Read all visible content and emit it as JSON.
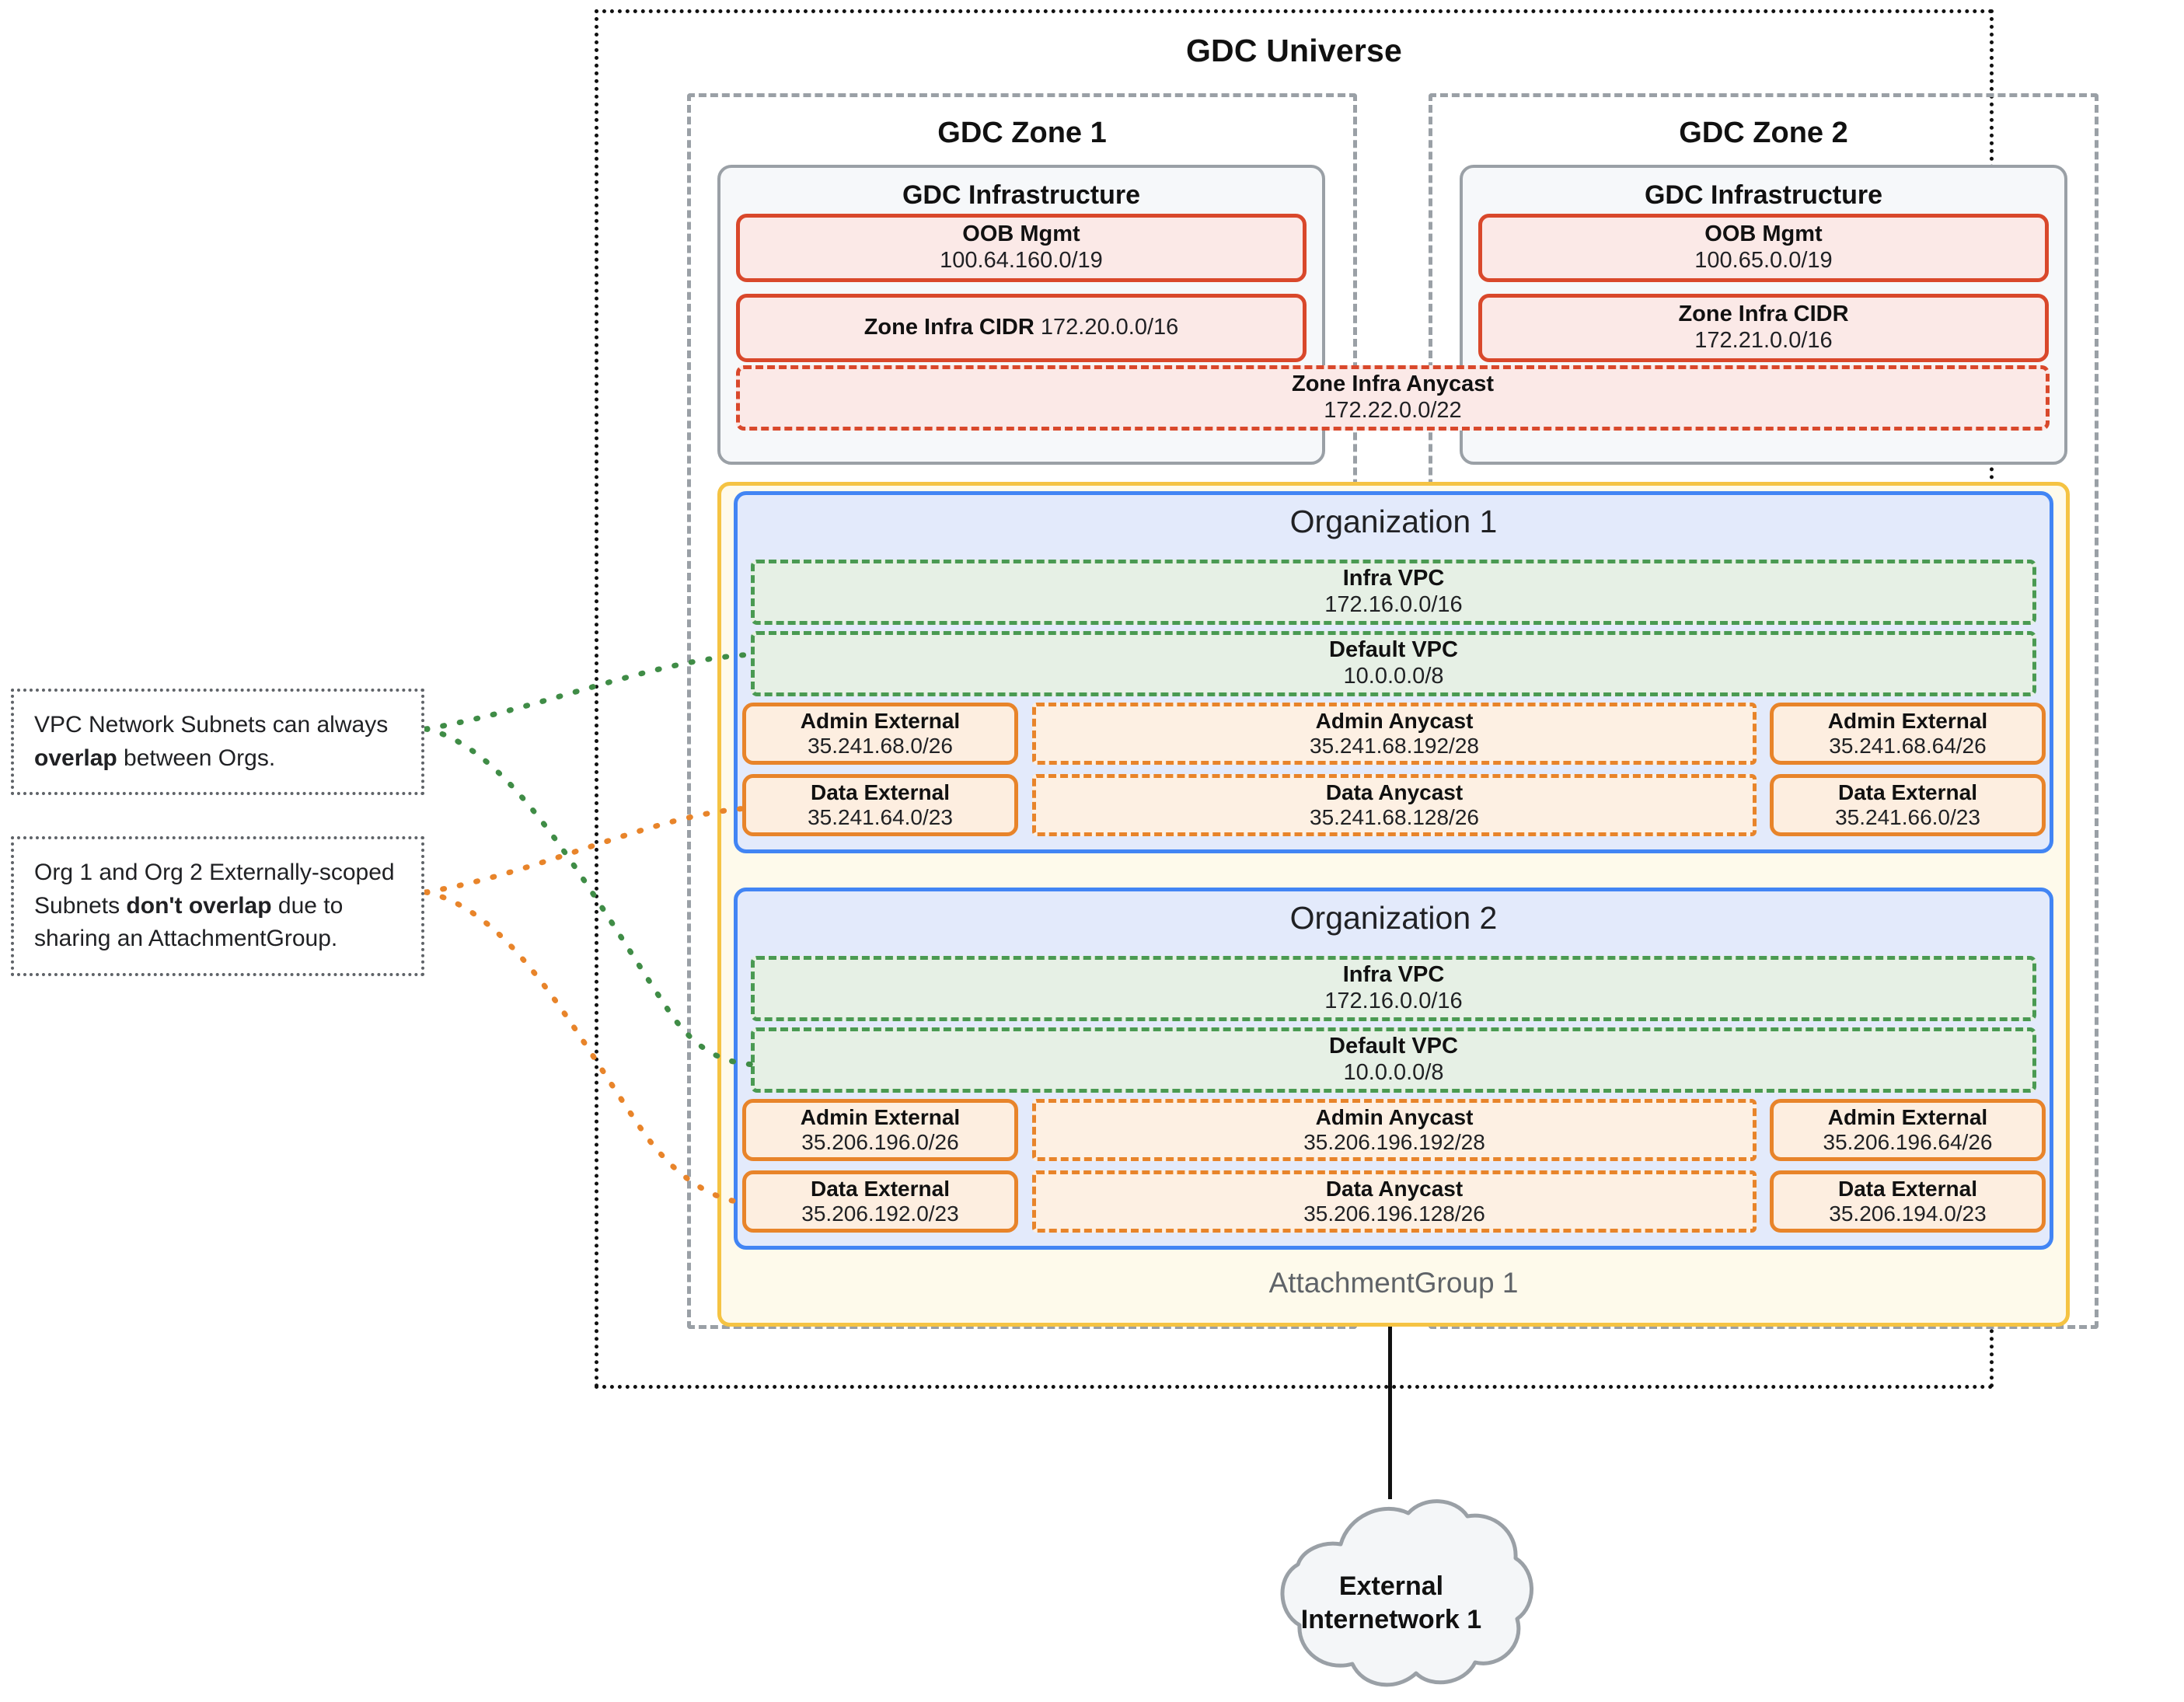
{
  "universe": {
    "title": "GDC Universe"
  },
  "zones": [
    {
      "title": "GDC Zone 1",
      "infra_title": "GDC Infrastructure",
      "oob": {
        "label": "OOB Mgmt",
        "cidr": "100.64.160.0/19"
      },
      "zone_infra_cidr": {
        "label": "Zone Infra CIDR",
        "cidr": "172.20.0.0/16",
        "inline": true
      }
    },
    {
      "title": "GDC Zone 2",
      "infra_title": "GDC Infrastructure",
      "oob": {
        "label": "OOB Mgmt",
        "cidr": "100.65.0.0/19"
      },
      "zone_infra_cidr": {
        "label": "Zone Infra CIDR",
        "cidr": "172.21.0.0/16",
        "inline": false
      }
    }
  ],
  "zone_infra_anycast": {
    "label": "Zone Infra Anycast",
    "cidr": "172.22.0.0/22"
  },
  "attachment_group": {
    "label": "AttachmentGroup 1"
  },
  "organizations": [
    {
      "title": "Organization 1",
      "infra_vpc": {
        "label": "Infra VPC",
        "cidr": "172.16.0.0/16"
      },
      "default_vpc": {
        "label": "Default VPC",
        "cidr": "10.0.0.0/8"
      },
      "admin_external_left": {
        "label": "Admin External",
        "cidr": "35.241.68.0/26"
      },
      "admin_anycast": {
        "label": "Admin Anycast",
        "cidr": "35.241.68.192/28"
      },
      "admin_external_right": {
        "label": "Admin External",
        "cidr": "35.241.68.64/26"
      },
      "data_external_left": {
        "label": "Data External",
        "cidr": "35.241.64.0/23"
      },
      "data_anycast": {
        "label": "Data Anycast",
        "cidr": "35.241.68.128/26"
      },
      "data_external_right": {
        "label": "Data External",
        "cidr": "35.241.66.0/23"
      }
    },
    {
      "title": "Organization 2",
      "infra_vpc": {
        "label": "Infra VPC",
        "cidr": "172.16.0.0/16"
      },
      "default_vpc": {
        "label": "Default VPC",
        "cidr": "10.0.0.0/8"
      },
      "admin_external_left": {
        "label": "Admin External",
        "cidr": "35.206.196.0/26"
      },
      "admin_anycast": {
        "label": "Admin Anycast",
        "cidr": "35.206.196.192/28"
      },
      "admin_external_right": {
        "label": "Admin External",
        "cidr": "35.206.196.64/26"
      },
      "data_external_left": {
        "label": "Data External",
        "cidr": "35.206.192.0/23"
      },
      "data_anycast": {
        "label": "Data Anycast",
        "cidr": "35.206.196.128/26"
      },
      "data_external_right": {
        "label": "Data External",
        "cidr": "35.206.194.0/23"
      }
    }
  ],
  "notes": [
    {
      "parts": [
        "VPC Network Subnets can always ",
        "overlap",
        " between Orgs."
      ],
      "connector_color": "#3f8c46"
    },
    {
      "parts": [
        "Org 1 and Org 2 Externally-scoped Subnets ",
        "don't overlap",
        " due to sharing an AttachmentGroup."
      ],
      "connector_color": "#e8842a"
    }
  ],
  "external_network": {
    "line1": "External",
    "line2": "Internetwork 1"
  },
  "colors": {
    "universe_border": "#111111",
    "zone_border": "#9aa0a6",
    "infra_border": "#9aa0a6",
    "infra_fill": "#f6f8fa",
    "red_border": "#d9482b",
    "red_fill": "#fbe9e7",
    "org_border": "#4285f4",
    "org_fill": "#e3eafb",
    "attachgroup_border": "#f5c343",
    "attachgroup_fill": "#fefaeb",
    "vpc_border": "#4a9a52",
    "vpc_fill": "#e6f0e5",
    "subnet_border": "#e8842a",
    "subnet_fill": "#fdeee0",
    "note_border": "#5f6368",
    "cloud_fill": "#f4f6f8",
    "cloud_border": "#9aa0a6"
  }
}
